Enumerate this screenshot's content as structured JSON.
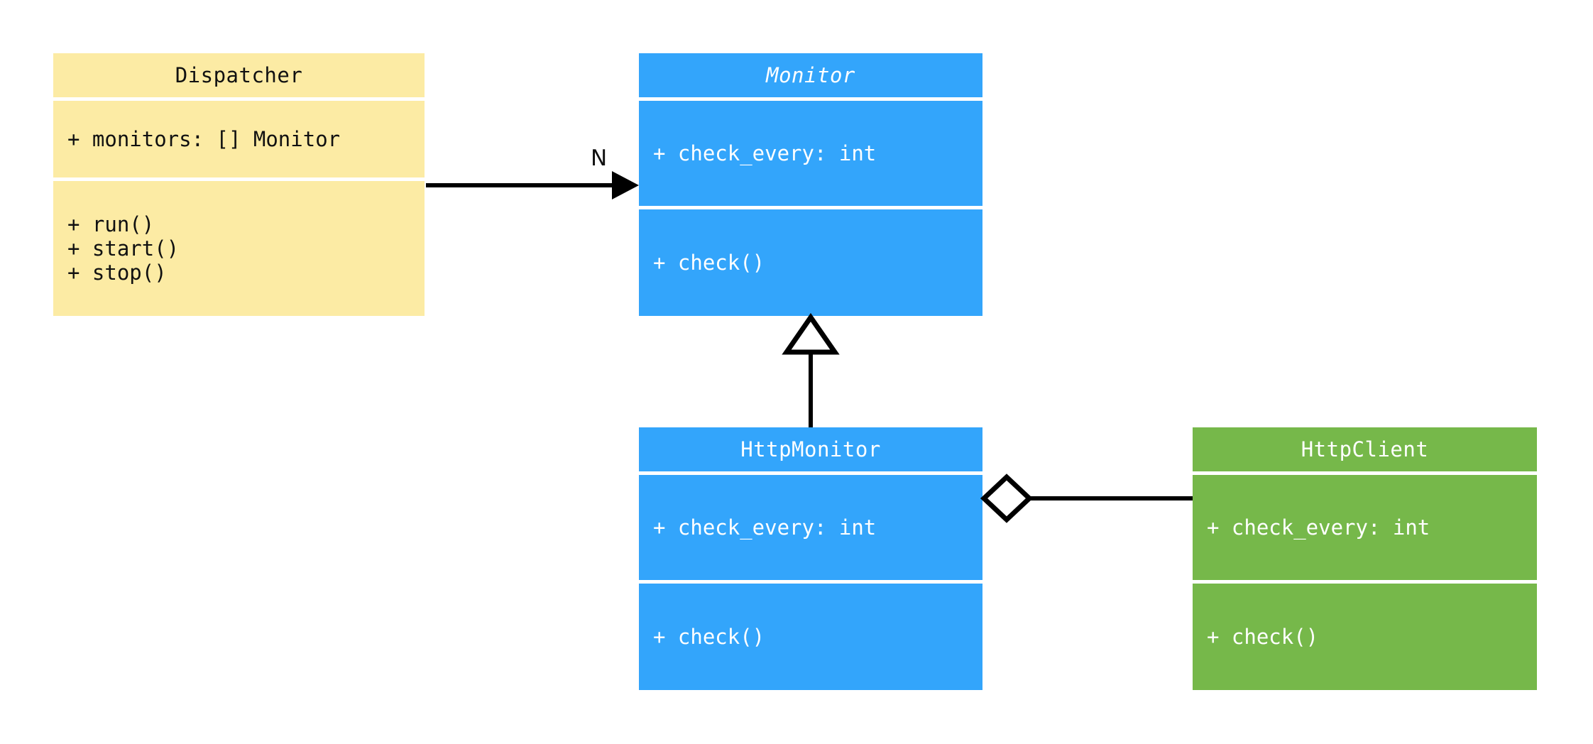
{
  "diagram": {
    "type": "uml-class-diagram",
    "background_color": "#ffffff",
    "palette": {
      "cream": "#fceba4",
      "blue": "#33a5fb",
      "green": "#76b84a",
      "line": "#000000",
      "dark_text": "#111111",
      "light_text": "#ffffff"
    }
  },
  "classes": {
    "dispatcher": {
      "name": "Dispatcher",
      "abstract": false,
      "color": "#fceba4",
      "attributes": [
        "+ monitors: [] Monitor"
      ],
      "methods": [
        "+ run()",
        "+ start()",
        "+ stop()"
      ]
    },
    "monitor": {
      "name": "Monitor",
      "abstract": true,
      "color": "#33a5fb",
      "attributes": [
        "+ check_every: int"
      ],
      "methods": [
        "+ check()"
      ]
    },
    "http_monitor": {
      "name": "HttpMonitor",
      "abstract": false,
      "color": "#33a5fb",
      "attributes": [
        "+ check_every: int"
      ],
      "methods": [
        "+ check()"
      ]
    },
    "http_client": {
      "name": "HttpClient",
      "abstract": false,
      "color": "#76b84a",
      "attributes": [
        "+ check_every: int"
      ],
      "methods": [
        "+ check()"
      ]
    }
  },
  "relationships": {
    "dispatcher_to_monitor": {
      "kind": "association",
      "from": "Dispatcher",
      "to": "Monitor",
      "multiplicity_label": "N",
      "arrow": "solid-filled-arrowhead"
    },
    "http_monitor_to_monitor": {
      "kind": "generalization",
      "from": "HttpMonitor",
      "to": "Monitor",
      "multiplicity_label": "",
      "arrow": "hollow-triangle"
    },
    "http_monitor_to_http_client": {
      "kind": "aggregation",
      "from": "HttpMonitor",
      "to": "HttpClient",
      "multiplicity_label": "",
      "arrow": "hollow-diamond"
    }
  }
}
